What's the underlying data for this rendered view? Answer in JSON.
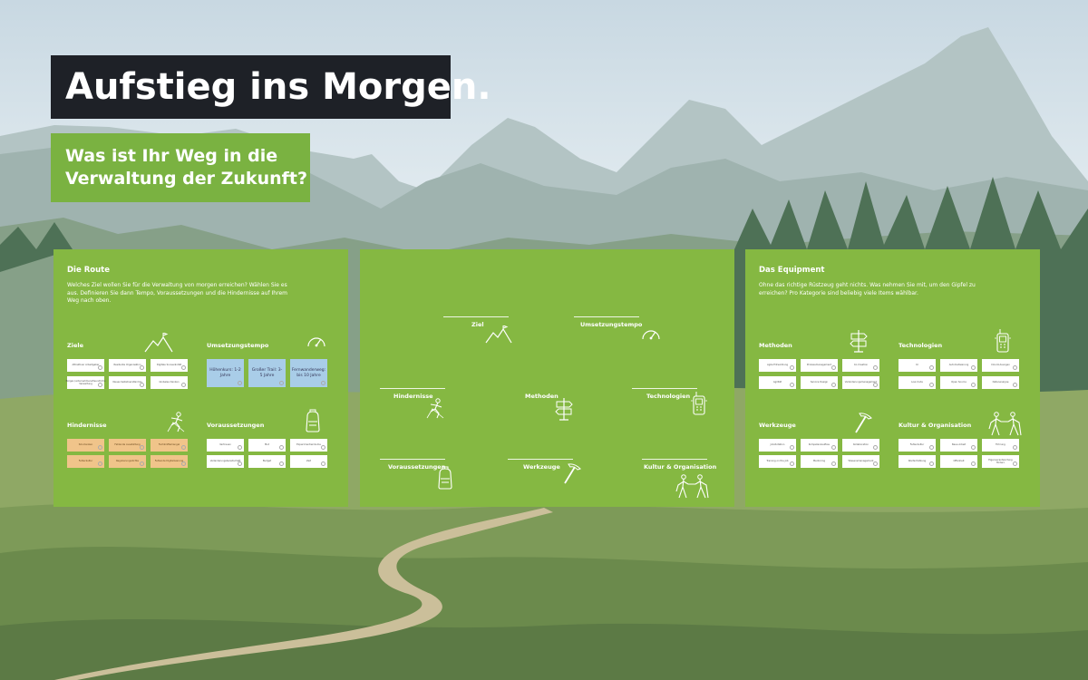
{
  "header": {
    "title": "Aufstieg ins Morgen.",
    "subtitle_line1": "Was ist Ihr Weg in die",
    "subtitle_line2": "Verwaltung der Zukunft?"
  },
  "route_panel": {
    "title": "Die Route",
    "description": "Welches Ziel wollen Sie für die Verwaltung von morgen erreichen? Wählen Sie es aus. Definieren Sie dann Tempo, Voraussetzungen und die Hindernisse auf Ihrem Weg nach oben.",
    "ziele": {
      "label": "Ziele",
      "cards": [
        "Attraktiver Arbeitgeber",
        "Resiliente Organisation",
        "Digitale Souveränität",
        "Bürger-/unternehmensfreundliche Verwaltung",
        "Neues Selbstverständnis",
        "Globales Denken"
      ]
    },
    "tempo": {
      "label": "Umsetzungstempo",
      "cards": [
        "Höhenkurs: 1-2 Jahre",
        "Großer Trail: 3-5 Jahre",
        "Fernwanderweg: bis 10 Jahre"
      ]
    },
    "hindernisse": {
      "label": "Hindernisse",
      "cards": [
        "Silo-Denken",
        "Fehlende Ausstattung",
        "Fachkräftemangel",
        "Fehlerkultur",
        "Regulierungsdichte",
        "Fehlende Digitalisierung"
      ]
    },
    "voraussetzungen": {
      "label": "Voraussetzungen",
      "cards": [
        "Vertrauen",
        "Mut",
        "Experimentierräume",
        "Veränderungsbereitschaft",
        "Budget",
        "Zeit"
      ]
    }
  },
  "map_panel": {
    "ziel": "Ziel",
    "umsetzungstempo": "Umsetzungstempo",
    "hindernisse": "Hindernisse",
    "methoden": "Methoden",
    "technologien": "Technologien",
    "voraussetzungen": "Voraussetzungen",
    "werkzeuge": "Werkzeuge",
    "kultur": "Kultur & Organisation"
  },
  "equipment_panel": {
    "title": "Das Equipment",
    "description": "Ohne das richtige Rüstzeug geht nichts. Was nehmen Sie mit, um den Gipfel zu erreichen? Pro Kategorie sind beliebig viele Items wählbar.",
    "methoden": {
      "label": "Methoden",
      "cards": [
        "Agile Entwicklung",
        "Prozessmanagement",
        "Co-Creation",
        "Agilität",
        "Service Design",
        "Veränderungsmanagement"
      ]
    },
    "technologien": {
      "label": "Technologien",
      "cards": [
        "KI",
        "Automatisierung",
        "Cloud-Lösungen",
        "Low-Code",
        "Open Source",
        "Datenanalyse"
      ]
    },
    "werkzeuge": {
      "label": "Werkzeuge",
      "cards": [
        "Job-Rotation",
        "Kompetenzaufbau",
        "Kollaboration",
        "Training on the Job",
        "Mentoring",
        "Wissensmanagement"
      ]
    },
    "kultur": {
      "label": "Kultur & Organisation",
      "cards": [
        "Fehlerkultur",
        "Neue Arbeit",
        "Führung",
        "Wertschätzung",
        "Offenheit",
        "Eigenverantwortung fördern"
      ]
    }
  }
}
